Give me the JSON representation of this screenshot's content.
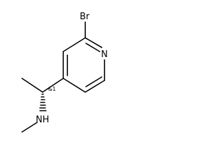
{
  "molecule": {
    "atoms": {
      "bromine": "Br",
      "ring_nitrogen": "N",
      "amine_nitrogen": "NH"
    },
    "stereo_flag": "&1"
  }
}
